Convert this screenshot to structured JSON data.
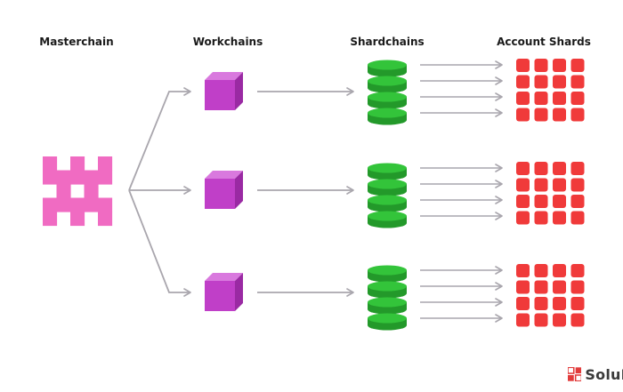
{
  "headings": {
    "masterchain": "Masterchain",
    "workchains": "Workchains",
    "shardchains": "Shardchains",
    "account_shards": "Account Shards"
  },
  "brand": {
    "name": "SoluL",
    "logo_mark": "SL"
  },
  "colors": {
    "masterchain": "#f06bc2",
    "workchain_front": "#c03fc8",
    "workchain_top": "#d979de",
    "workchain_side": "#9a2aa3",
    "shard_disk": "#33c43a",
    "shard_disk_dark": "#23992a",
    "account_shard": "#f03a3a",
    "connector": "#a9a6ad",
    "logo_red": "#e23b3b"
  },
  "structure": {
    "workchain_count": 3,
    "disks_per_shardchain": 4,
    "arrows_per_shardchain": 4,
    "account_grid": [
      4,
      4
    ]
  }
}
